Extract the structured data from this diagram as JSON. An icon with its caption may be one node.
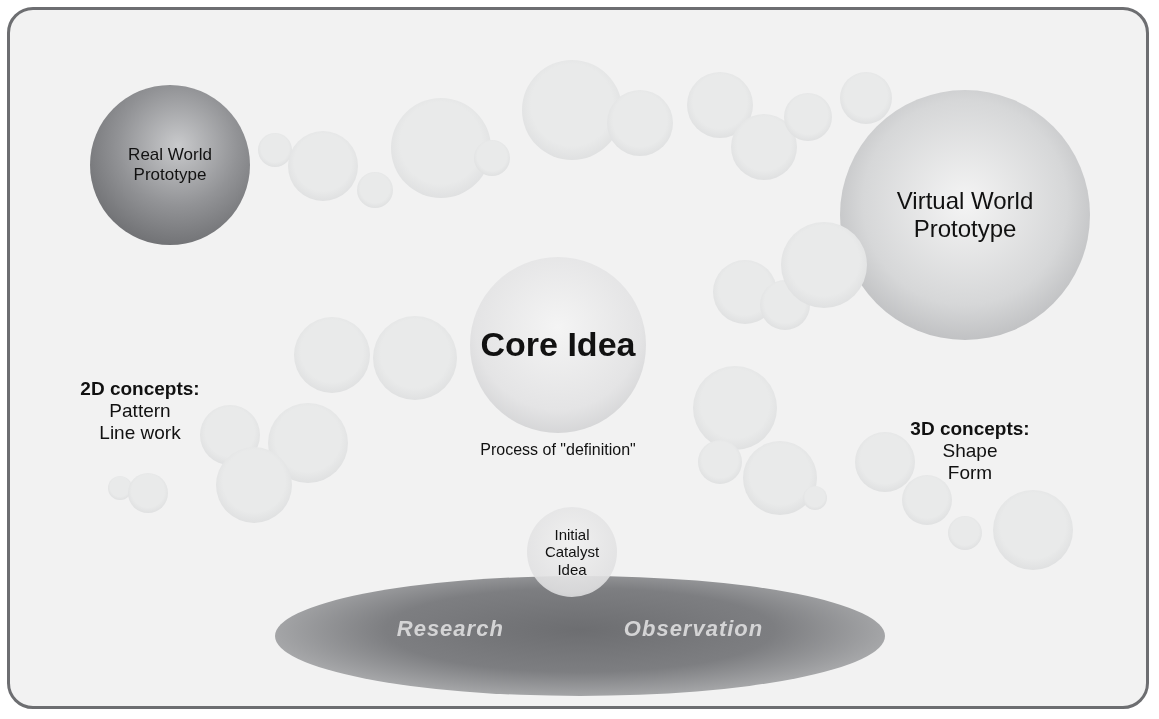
{
  "diagram": {
    "nodes": [
      {
        "text": [
          "Real World Prototype"
        ]
      },
      {
        "text": [],
        "shape": "circle"
      },
      {
        "text": [],
        "shape": "circle"
      },
      {
        "text": [],
        "shape": "circle"
      },
      {
        "text": [],
        "shape": "circle"
      },
      {
        "text": [],
        "shape": "circle"
      },
      {
        "text": [],
        "shape": "circle"
      },
      {
        "text": [],
        "shape": "circle"
      },
      {
        "text": [],
        "shape": "circle"
      },
      {
        "text": [],
        "shape": "circle"
      },
      {
        "text": [],
        "shape": "circle"
      },
      {
        "text": [],
        "shape": "circle"
      },
      {
        "text": [
          "Virtual World Prototype"
        ]
      },
      {
        "text": [],
        "shape": "circle"
      },
      {
        "text": [],
        "shape": "circle"
      },
      {
        "text": [],
        "shape": "circle"
      },
      {
        "text": [],
        "shape": "circle"
      },
      {
        "text": [],
        "shape": "circle"
      },
      {
        "text": [
          "Core Idea"
        ],
        "beside": [
          "Process of \"definition\""
        ]
      },
      {
        "text": [],
        "shape": "circle"
      },
      {
        "text": [],
        "shape": "circle"
      },
      {
        "text": [],
        "shape": "circle"
      },
      {
        "text": [],
        "shape": "circle"
      },
      {
        "text": [],
        "shape": "circle"
      },
      {
        "text": [],
        "shape": "circle"
      },
      {
        "text": [],
        "shape": "circle"
      },
      {
        "text": [],
        "shape": "circle"
      },
      {
        "text": [],
        "shape": "circle"
      },
      {
        "text": [],
        "shape": "circle"
      },
      {
        "text": [],
        "shape": "circle"
      },
      {
        "text": [],
        "shape": "circle"
      },
      {
        "text": [],
        "shape": "circle"
      },
      {
        "text": [
          "Initial Catalyst Idea"
        ]
      },
      {
        "text": [
          "Research",
          "Observation"
        ]
      }
    ],
    "labels": [
      "2D concepts:",
      "Pattern Line work",
      "3D concepts:",
      "Shape Form"
    ]
  }
}
